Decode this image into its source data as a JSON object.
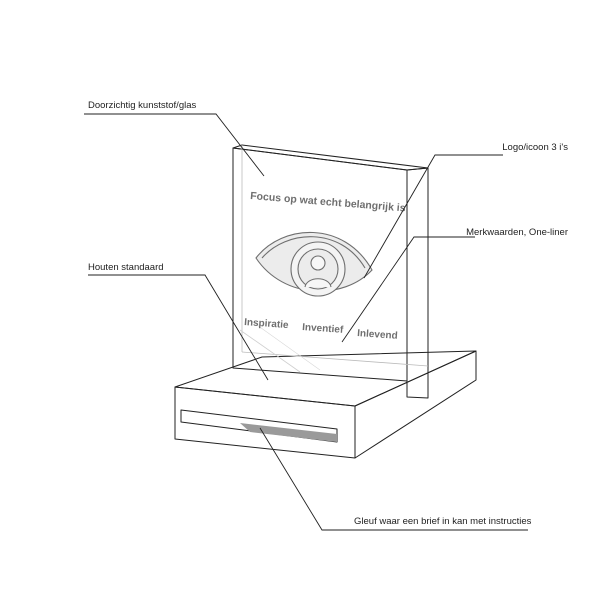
{
  "callouts": {
    "transparent_material": "Doorzichtig kunststof/glas",
    "logo": "Logo/icoon 3 i's",
    "brand_values": "Merkwaarden, One-liner",
    "wooden_stand": "Houten standaard",
    "slot": "Gleuf waar een brief in kan met instructies"
  },
  "panel": {
    "oneliner": "Focus op wat echt belangrijk is",
    "values": [
      "Inspiratie",
      "Inventief",
      "Inlevend"
    ]
  },
  "icons": {
    "logo": "eye-with-person-icon"
  },
  "colors": {
    "line": "#222222",
    "engraving": "#6f6f6f",
    "slot_shadow": "#9a9a9a",
    "base_top": "#fafafa",
    "base_front": "#f5f5f5",
    "base_side": "#eeeeee",
    "glass": "#f3f3f3"
  }
}
